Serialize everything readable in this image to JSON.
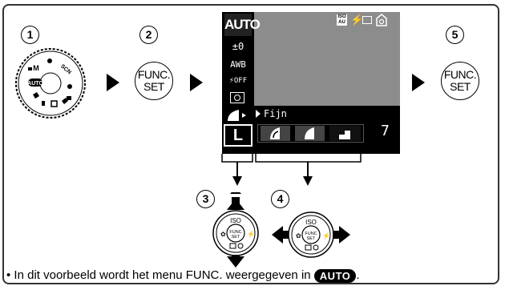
{
  "steps": {
    "step1": "1",
    "step2": "2",
    "step3": "3",
    "step4": "4",
    "step5": "5"
  },
  "func_set_button": {
    "line1": "FUNC.",
    "line2": "SET"
  },
  "mode_dial": {
    "labels": [
      "AUTO",
      "M",
      "SCN"
    ]
  },
  "lcd": {
    "mode": "AUTO",
    "exposure": "±0",
    "white_balance": "AWB",
    "flash": "OFF",
    "menu_label": "Fijn",
    "shots_remaining": "7",
    "size_letter": "L",
    "top_icons": [
      "iso-auto-icon",
      "flash-auto-icon",
      "single-shot-icon",
      "auto-icon"
    ]
  },
  "control_pad": {
    "iso": "ISO",
    "center_line1": "FUNC",
    "center_line2": "SET"
  },
  "caption": {
    "text": "• In dit voorbeeld wordt het menu FUNC. weergegeven in",
    "badge": "AUTO",
    "end": "."
  }
}
